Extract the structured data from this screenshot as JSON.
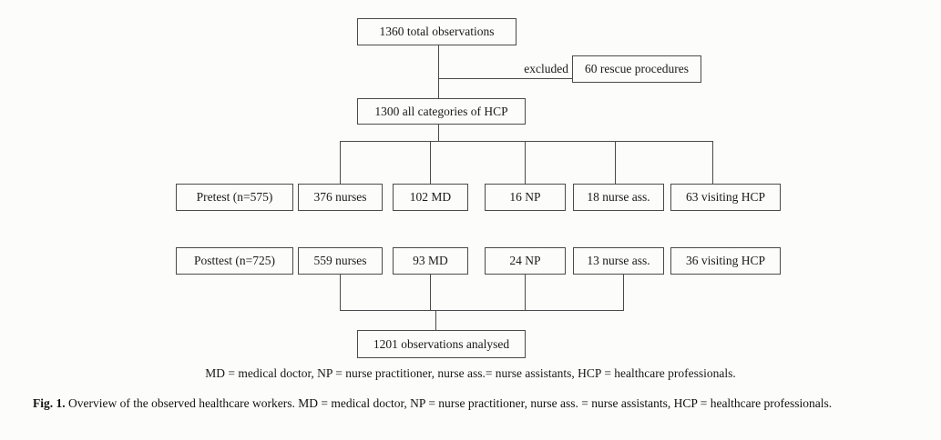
{
  "figure": {
    "caption": {
      "label": "Fig. 1.",
      "text": "Overview of the observed healthcare workers. MD = medical doctor, NP = nurse practitioner, nurse ass. = nurse assistants, HCP = healthcare professionals."
    },
    "legend": "MD = medical doctor, NP = nurse practitioner, nurse ass.= nurse assistants, HCP = healthcare professionals.",
    "excluded_label": "excluded"
  },
  "flowchart": {
    "nodes": {
      "total": "1360 total observations",
      "rescue": "60 rescue procedures",
      "all_categories": "1300 all categories of HCP",
      "pretest": "Pretest (n=575)",
      "pre_nurses": "376 nurses",
      "pre_md": "102 MD",
      "pre_np": "16 NP",
      "pre_nurse_ass": "18 nurse ass.",
      "pre_visiting": "63 visiting HCP",
      "posttest": "Posttest (n=725)",
      "post_nurses": "559 nurses",
      "post_md": "93 MD",
      "post_np": "24 NP",
      "post_nurse_ass": "13 nurse ass.",
      "post_visiting": "36 visiting HCP",
      "analysed": "1201 observations analysed"
    },
    "colors": {
      "box_border": "#4a4a4a",
      "connector_line": "#4a4a4a",
      "text": "#1a1a1a",
      "background": "#fcfcfb"
    }
  }
}
